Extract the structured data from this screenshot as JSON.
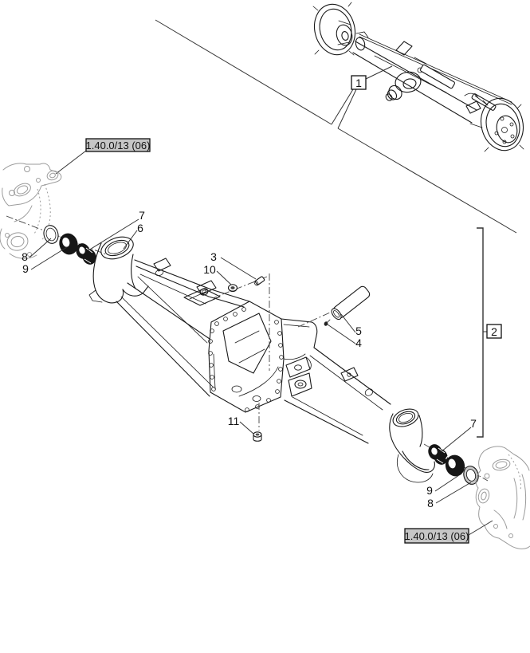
{
  "diagram": {
    "reference_labels": {
      "top_left": "1.40.0/13 (06)",
      "bottom_right": "1.40.0/13 (06)"
    },
    "view_callouts": {
      "assembly_view": "1",
      "exploded_view": "2"
    },
    "part_callouts": {
      "c3": "3",
      "c4": "4",
      "c5": "5",
      "c6": "6",
      "c7_left": "7",
      "c7_right": "7",
      "c8_left": "8",
      "c8_right": "8",
      "c9_left": "9",
      "c9_right": "9",
      "c10": "10",
      "c11": "11"
    },
    "colors": {
      "line": "#1a1a1a",
      "ghost": "#9b9b9b",
      "ref_box_fill": "#c6c6c6",
      "background": "#ffffff"
    }
  }
}
